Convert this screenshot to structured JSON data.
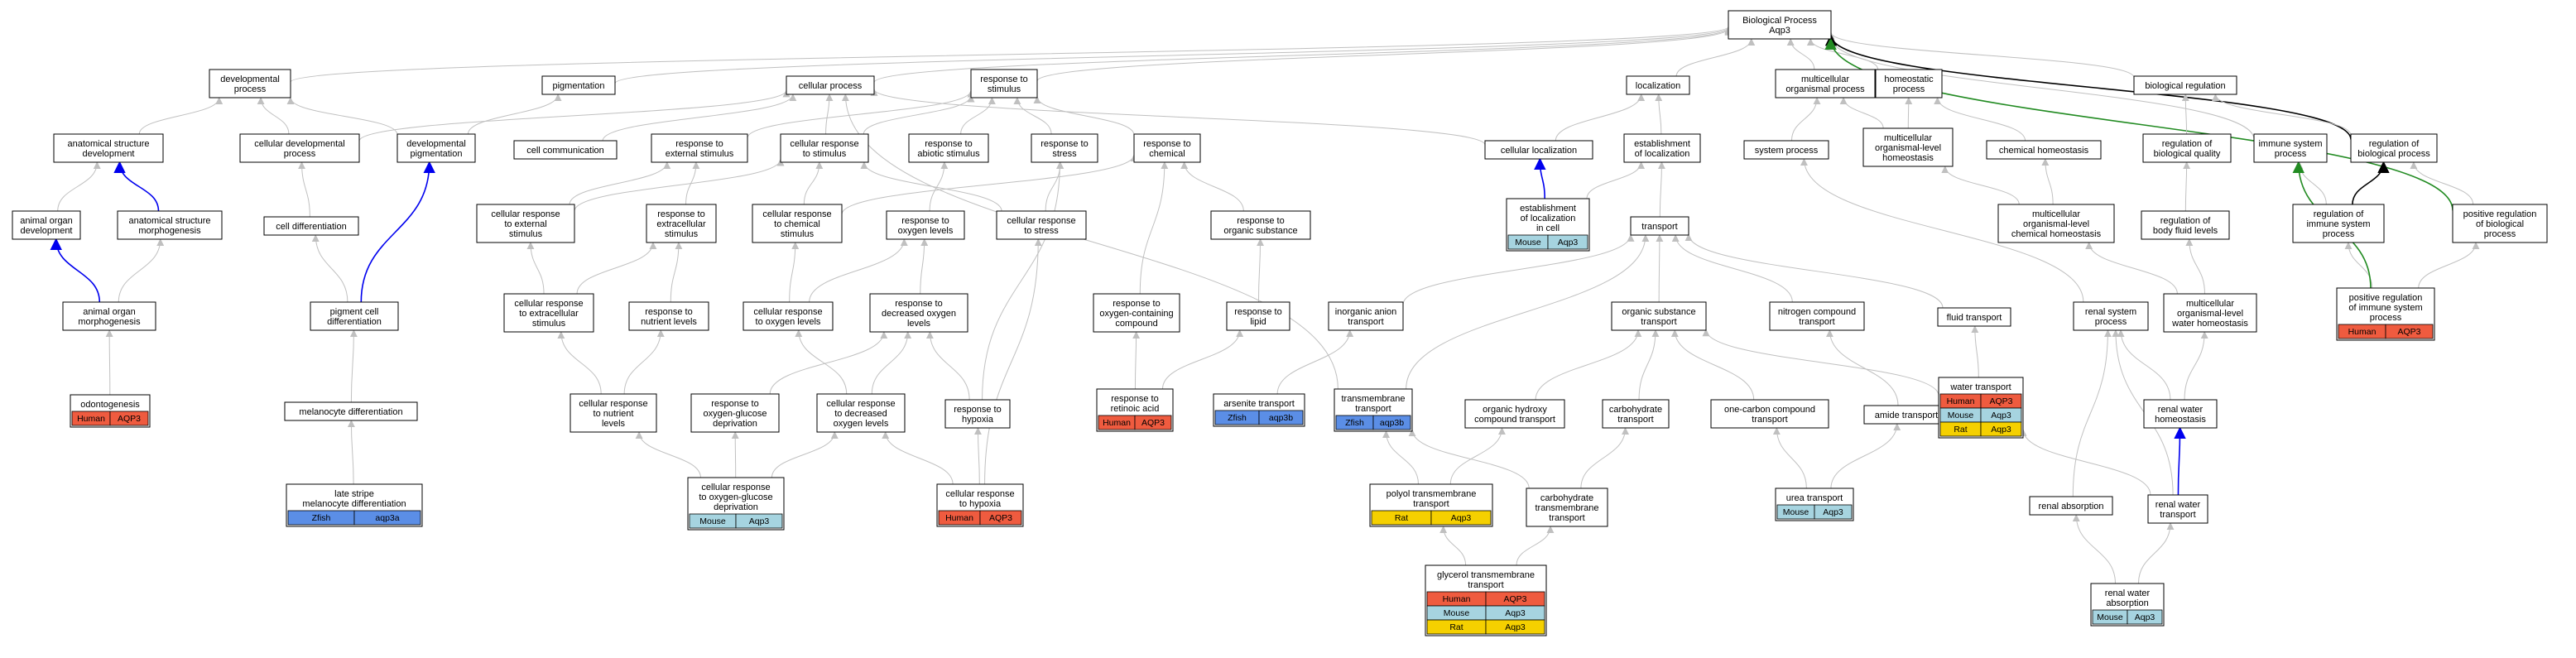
{
  "colors": {
    "human": "#EF5B3F",
    "mouse": "#A6D4E0",
    "zfish": "#5B8EE6",
    "rat": "#F5D000",
    "edge": "#C0C0C0",
    "edge_blue": "#0000EE",
    "edge_black": "#000000",
    "edge_green": "#228B22"
  },
  "nodes": [
    {
      "id": "bp",
      "lines": [
        "Biological Process",
        "Aqp3"
      ]
    },
    {
      "id": "devproc",
      "lines": [
        "developmental",
        "process"
      ]
    },
    {
      "id": "pigm",
      "lines": [
        "pigmentation"
      ]
    },
    {
      "id": "cellproc",
      "lines": [
        "cellular process"
      ]
    },
    {
      "id": "resp_stim",
      "lines": [
        "response to",
        "stimulus"
      ]
    },
    {
      "id": "localiz",
      "lines": [
        "localization"
      ]
    },
    {
      "id": "multiorg",
      "lines": [
        "multicellular",
        "organismal process"
      ]
    },
    {
      "id": "homeo",
      "lines": [
        "homeostatic",
        "process"
      ]
    },
    {
      "id": "bioreg",
      "lines": [
        "biological regulation"
      ]
    },
    {
      "id": "immune",
      "lines": [
        "immune system",
        "process"
      ]
    },
    {
      "id": "reg_bp",
      "lines": [
        "regulation of",
        "biological process"
      ]
    },
    {
      "id": "anat_dev",
      "lines": [
        "anatomical structure",
        "development"
      ]
    },
    {
      "id": "cell_dev",
      "lines": [
        "cellular developmental",
        "process"
      ]
    },
    {
      "id": "dev_pigm",
      "lines": [
        "developmental",
        "pigmentation"
      ]
    },
    {
      "id": "cell_comm",
      "lines": [
        "cell communication"
      ]
    },
    {
      "id": "resp_ext",
      "lines": [
        "response to",
        "external stimulus"
      ]
    },
    {
      "id": "cell_resp_stim",
      "lines": [
        "cellular response",
        "to stimulus"
      ]
    },
    {
      "id": "resp_abiotic",
      "lines": [
        "response to",
        "abiotic stimulus"
      ]
    },
    {
      "id": "resp_stress",
      "lines": [
        "response to",
        "stress"
      ]
    },
    {
      "id": "resp_chem",
      "lines": [
        "response to",
        "chemical"
      ]
    },
    {
      "id": "cell_loc",
      "lines": [
        "cellular localization"
      ]
    },
    {
      "id": "estab_loc",
      "lines": [
        "establishment",
        "of localization"
      ]
    },
    {
      "id": "sys_proc",
      "lines": [
        "system process"
      ]
    },
    {
      "id": "multi_homeo",
      "lines": [
        "multicellular",
        "organismal-level",
        "homeostasis"
      ]
    },
    {
      "id": "chem_homeo",
      "lines": [
        "chemical homeostasis"
      ]
    },
    {
      "id": "reg_bq",
      "lines": [
        "regulation of",
        "biological quality"
      ]
    },
    {
      "id": "animal_organ_dev",
      "lines": [
        "animal organ",
        "development"
      ]
    },
    {
      "id": "anat_morph",
      "lines": [
        "anatomical structure",
        "morphogenesis"
      ]
    },
    {
      "id": "cell_diff",
      "lines": [
        "cell differentiation"
      ]
    },
    {
      "id": "cell_resp_ext",
      "lines": [
        "cellular response",
        "to external",
        "stimulus"
      ]
    },
    {
      "id": "resp_extracell",
      "lines": [
        "response to",
        "extracellular",
        "stimulus"
      ]
    },
    {
      "id": "cell_resp_chem",
      "lines": [
        "cellular response",
        "to chemical",
        "stimulus"
      ]
    },
    {
      "id": "resp_oxy",
      "lines": [
        "response to",
        "oxygen levels"
      ]
    },
    {
      "id": "cell_resp_stress",
      "lines": [
        "cellular response",
        "to stress"
      ]
    },
    {
      "id": "resp_org",
      "lines": [
        "response to",
        "organic substance"
      ]
    },
    {
      "id": "estab_loc_cell",
      "lines": [
        "establishment",
        "of localization",
        "in cell"
      ],
      "species": [
        [
          "Mouse",
          "Aqp3",
          "mouse"
        ]
      ]
    },
    {
      "id": "transport",
      "lines": [
        "transport"
      ]
    },
    {
      "id": "multi_chem_homeo",
      "lines": [
        "multicellular",
        "organismal-level",
        "chemical homeostasis"
      ]
    },
    {
      "id": "reg_bfl",
      "lines": [
        "regulation of",
        "body fluid levels"
      ]
    },
    {
      "id": "reg_isp",
      "lines": [
        "regulation of",
        "immune system",
        "process"
      ]
    },
    {
      "id": "pos_reg_bp",
      "lines": [
        "positive regulation",
        "of biological",
        "process"
      ]
    },
    {
      "id": "animal_organ_morph",
      "lines": [
        "animal organ",
        "morphogenesis"
      ]
    },
    {
      "id": "pigment_cell_diff",
      "lines": [
        "pigment cell",
        "differentiation"
      ]
    },
    {
      "id": "cell_resp_extracell",
      "lines": [
        "cellular response",
        "to extracellular",
        "stimulus"
      ]
    },
    {
      "id": "resp_nutr",
      "lines": [
        "response to",
        "nutrient levels"
      ]
    },
    {
      "id": "cell_resp_oxy",
      "lines": [
        "cellular response",
        "to oxygen levels"
      ]
    },
    {
      "id": "resp_dec_oxy",
      "lines": [
        "response to",
        "decreased oxygen",
        "levels"
      ]
    },
    {
      "id": "resp_oxy_comp",
      "lines": [
        "response to",
        "oxygen-containing",
        "compound"
      ]
    },
    {
      "id": "resp_lipid",
      "lines": [
        "response to",
        "lipid"
      ]
    },
    {
      "id": "inorg_anion",
      "lines": [
        "inorganic anion",
        "transport"
      ]
    },
    {
      "id": "org_sub_trans",
      "lines": [
        "organic substance",
        "transport"
      ]
    },
    {
      "id": "nitro_trans",
      "lines": [
        "nitrogen compound",
        "transport"
      ]
    },
    {
      "id": "fluid_trans",
      "lines": [
        "fluid transport"
      ]
    },
    {
      "id": "renal_sys",
      "lines": [
        "renal system",
        "process"
      ]
    },
    {
      "id": "multi_water_homeo",
      "lines": [
        "multicellular",
        "organismal-level",
        "water homeostasis"
      ]
    },
    {
      "id": "pos_reg_isp",
      "lines": [
        "positive regulation",
        "of immune system",
        "process"
      ],
      "species": [
        [
          "Human",
          "AQP3",
          "human"
        ]
      ]
    },
    {
      "id": "odonto",
      "lines": [
        "odontogenesis"
      ],
      "species": [
        [
          "Human",
          "AQP3",
          "human"
        ]
      ]
    },
    {
      "id": "melano_diff",
      "lines": [
        "melanocyte differentiation"
      ]
    },
    {
      "id": "cell_resp_nutr",
      "lines": [
        "cellular response",
        "to nutrient",
        "levels"
      ]
    },
    {
      "id": "resp_ogd",
      "lines": [
        "response to",
        "oxygen-glucose",
        "deprivation"
      ]
    },
    {
      "id": "cell_resp_dec_oxy",
      "lines": [
        "cellular response",
        "to decreased",
        "oxygen levels"
      ]
    },
    {
      "id": "resp_hypoxia",
      "lines": [
        "response to",
        "hypoxia"
      ]
    },
    {
      "id": "resp_ra",
      "lines": [
        "response to",
        "retinoic acid"
      ],
      "species": [
        [
          "Human",
          "AQP3",
          "human"
        ]
      ]
    },
    {
      "id": "arsenite",
      "lines": [
        "arsenite transport"
      ],
      "species": [
        [
          "Zfish",
          "aqp3b",
          "zfish"
        ]
      ]
    },
    {
      "id": "transmem",
      "lines": [
        "transmembrane",
        "transport"
      ],
      "species": [
        [
          "Zfish",
          "aqp3b",
          "zfish"
        ]
      ]
    },
    {
      "id": "org_hydroxy",
      "lines": [
        "organic hydroxy",
        "compound transport"
      ]
    },
    {
      "id": "carb_trans",
      "lines": [
        "carbohydrate",
        "transport"
      ]
    },
    {
      "id": "one_carbon",
      "lines": [
        "one-carbon compound",
        "transport"
      ]
    },
    {
      "id": "amide",
      "lines": [
        "amide transport"
      ]
    },
    {
      "id": "water_trans",
      "lines": [
        "water transport"
      ],
      "species": [
        [
          "Human",
          "AQP3",
          "human"
        ],
        [
          "Mouse",
          "Aqp3",
          "mouse"
        ],
        [
          "Rat",
          "Aqp3",
          "rat"
        ]
      ]
    },
    {
      "id": "renal_water_homeo",
      "lines": [
        "renal water",
        "homeostasis"
      ]
    },
    {
      "id": "late_stripe",
      "lines": [
        "late stripe",
        "melanocyte differentiation"
      ],
      "species": [
        [
          "Zfish",
          "aqp3a",
          "zfish"
        ]
      ]
    },
    {
      "id": "cell_resp_ogd",
      "lines": [
        "cellular response",
        "to oxygen-glucose",
        "deprivation"
      ],
      "species": [
        [
          "Mouse",
          "Aqp3",
          "mouse"
        ]
      ]
    },
    {
      "id": "cell_resp_hypoxia",
      "lines": [
        "cellular response",
        "to hypoxia"
      ],
      "species": [
        [
          "Human",
          "AQP3",
          "human"
        ]
      ]
    },
    {
      "id": "polyol",
      "lines": [
        "polyol transmembrane",
        "transport"
      ],
      "species": [
        [
          "Rat",
          "Aqp3",
          "rat"
        ]
      ]
    },
    {
      "id": "carb_transmem",
      "lines": [
        "carbohydrate",
        "transmembrane",
        "transport"
      ]
    },
    {
      "id": "urea",
      "lines": [
        "urea transport"
      ],
      "species": [
        [
          "Mouse",
          "Aqp3",
          "mouse"
        ]
      ]
    },
    {
      "id": "renal_abs",
      "lines": [
        "renal absorption"
      ]
    },
    {
      "id": "renal_water_trans",
      "lines": [
        "renal water",
        "transport"
      ]
    },
    {
      "id": "glycerol",
      "lines": [
        "glycerol transmembrane",
        "transport"
      ],
      "species": [
        [
          "Human",
          "AQP3",
          "human"
        ],
        [
          "Mouse",
          "Aqp3",
          "mouse"
        ],
        [
          "Rat",
          "Aqp3",
          "rat"
        ]
      ]
    },
    {
      "id": "renal_water_abs",
      "lines": [
        "renal water",
        "absorption"
      ],
      "species": [
        [
          "Mouse",
          "Aqp3",
          "mouse"
        ]
      ]
    }
  ],
  "edges": [
    [
      "devproc",
      "bp",
      "gray"
    ],
    [
      "pigm",
      "bp",
      "gray"
    ],
    [
      "cellproc",
      "bp",
      "gray"
    ],
    [
      "resp_stim",
      "bp",
      "gray"
    ],
    [
      "localiz",
      "bp",
      "gray"
    ],
    [
      "multiorg",
      "bp",
      "gray"
    ],
    [
      "homeo",
      "bp",
      "gray"
    ],
    [
      "bioreg",
      "bp",
      "gray"
    ],
    [
      "immune",
      "bp",
      "gray"
    ],
    [
      "reg_bp",
      "bp",
      "black"
    ],
    [
      "pos_reg_bp",
      "bp",
      "green"
    ],
    [
      "anat_dev",
      "devproc",
      "gray"
    ],
    [
      "cell_dev",
      "devproc",
      "gray"
    ],
    [
      "cell_dev",
      "cellproc",
      "gray"
    ],
    [
      "dev_pigm",
      "pigm",
      "gray"
    ],
    [
      "cell_comm",
      "cellproc",
      "gray"
    ],
    [
      "resp_ext",
      "resp_stim",
      "gray"
    ],
    [
      "cell_resp_stim",
      "resp_stim",
      "gray"
    ],
    [
      "cell_resp_stim",
      "cellproc",
      "gray"
    ],
    [
      "resp_abiotic",
      "resp_stim",
      "gray"
    ],
    [
      "resp_stress",
      "resp_stim",
      "gray"
    ],
    [
      "resp_chem",
      "resp_stim",
      "gray"
    ],
    [
      "cell_loc",
      "cellproc",
      "gray"
    ],
    [
      "cell_loc",
      "localiz",
      "gray"
    ],
    [
      "estab_loc",
      "localiz",
      "gray"
    ],
    [
      "sys_proc",
      "multiorg",
      "gray"
    ],
    [
      "multi_homeo",
      "multiorg",
      "gray"
    ],
    [
      "multi_homeo",
      "homeo",
      "gray"
    ],
    [
      "chem_homeo",
      "homeo",
      "gray"
    ],
    [
      "reg_bq",
      "bioreg",
      "gray"
    ],
    [
      "reg_bp",
      "bioreg",
      "gray"
    ],
    [
      "animal_organ_dev",
      "anat_dev",
      "gray"
    ],
    [
      "anat_morph",
      "anat_dev",
      "blue"
    ],
    [
      "cell_diff",
      "cell_dev",
      "gray"
    ],
    [
      "dev_pigm",
      "devproc",
      "gray"
    ],
    [
      "cell_resp_ext",
      "resp_ext",
      "gray"
    ],
    [
      "cell_resp_ext",
      "cell_resp_stim",
      "gray"
    ],
    [
      "resp_extracell",
      "resp_ext",
      "gray"
    ],
    [
      "cell_resp_chem",
      "resp_chem",
      "gray"
    ],
    [
      "cell_resp_chem",
      "cell_resp_stim",
      "gray"
    ],
    [
      "resp_oxy",
      "resp_abiotic",
      "gray"
    ],
    [
      "cell_resp_stress",
      "resp_stress",
      "gray"
    ],
    [
      "cell_resp_stress",
      "cell_resp_stim",
      "gray"
    ],
    [
      "resp_org",
      "resp_chem",
      "gray"
    ],
    [
      "estab_loc_cell",
      "cell_loc",
      "blue"
    ],
    [
      "estab_loc_cell",
      "estab_loc",
      "gray"
    ],
    [
      "transport",
      "estab_loc",
      "gray"
    ],
    [
      "multi_chem_homeo",
      "multi_homeo",
      "gray"
    ],
    [
      "multi_chem_homeo",
      "chem_homeo",
      "gray"
    ],
    [
      "reg_bfl",
      "reg_bq",
      "gray"
    ],
    [
      "reg_isp",
      "immune",
      "gray"
    ],
    [
      "reg_isp",
      "reg_bp",
      "black"
    ],
    [
      "pos_reg_bp",
      "reg_bp",
      "gray"
    ],
    [
      "animal_organ_morph",
      "animal_organ_dev",
      "blue"
    ],
    [
      "animal_organ_morph",
      "anat_morph",
      "gray"
    ],
    [
      "pigment_cell_diff",
      "cell_diff",
      "gray"
    ],
    [
      "pigment_cell_diff",
      "dev_pigm",
      "blue"
    ],
    [
      "cell_resp_extracell",
      "cell_resp_ext",
      "gray"
    ],
    [
      "cell_resp_extracell",
      "resp_extracell",
      "gray"
    ],
    [
      "resp_nutr",
      "resp_extracell",
      "gray"
    ],
    [
      "cell_resp_oxy",
      "resp_oxy",
      "gray"
    ],
    [
      "cell_resp_oxy",
      "cell_resp_chem",
      "gray"
    ],
    [
      "resp_dec_oxy",
      "resp_oxy",
      "gray"
    ],
    [
      "resp_oxy_comp",
      "resp_chem",
      "gray"
    ],
    [
      "resp_lipid",
      "resp_org",
      "gray"
    ],
    [
      "inorg_anion",
      "transport",
      "gray"
    ],
    [
      "org_sub_trans",
      "transport",
      "gray"
    ],
    [
      "nitro_trans",
      "transport",
      "gray"
    ],
    [
      "fluid_trans",
      "transport",
      "gray"
    ],
    [
      "renal_sys",
      "sys_proc",
      "gray"
    ],
    [
      "multi_water_homeo",
      "multi_chem_homeo",
      "gray"
    ],
    [
      "multi_water_homeo",
      "reg_bfl",
      "gray"
    ],
    [
      "pos_reg_isp",
      "reg_isp",
      "gray"
    ],
    [
      "pos_reg_isp",
      "pos_reg_bp",
      "gray"
    ],
    [
      "pos_reg_isp",
      "immune",
      "green"
    ],
    [
      "odonto",
      "animal_organ_morph",
      "gray"
    ],
    [
      "melano_diff",
      "pigment_cell_diff",
      "gray"
    ],
    [
      "cell_resp_nutr",
      "cell_resp_extracell",
      "gray"
    ],
    [
      "cell_resp_nutr",
      "resp_nutr",
      "gray"
    ],
    [
      "resp_ogd",
      "resp_dec_oxy",
      "gray"
    ],
    [
      "cell_resp_dec_oxy",
      "cell_resp_oxy",
      "gray"
    ],
    [
      "cell_resp_dec_oxy",
      "resp_dec_oxy",
      "gray"
    ],
    [
      "resp_hypoxia",
      "resp_dec_oxy",
      "gray"
    ],
    [
      "resp_hypoxia",
      "resp_stress",
      "gray"
    ],
    [
      "resp_ra",
      "resp_oxy_comp",
      "gray"
    ],
    [
      "resp_ra",
      "resp_lipid",
      "gray"
    ],
    [
      "arsenite",
      "inorg_anion",
      "gray"
    ],
    [
      "transmem",
      "transport",
      "gray"
    ],
    [
      "transmem",
      "cellproc",
      "gray"
    ],
    [
      "org_hydroxy",
      "org_sub_trans",
      "gray"
    ],
    [
      "carb_trans",
      "org_sub_trans",
      "gray"
    ],
    [
      "one_carbon",
      "org_sub_trans",
      "gray"
    ],
    [
      "amide",
      "nitro_trans",
      "gray"
    ],
    [
      "water_trans",
      "fluid_trans",
      "gray"
    ],
    [
      "water_trans",
      "org_sub_trans",
      "gray"
    ],
    [
      "renal_water_homeo",
      "renal_sys",
      "gray"
    ],
    [
      "renal_water_homeo",
      "multi_water_homeo",
      "gray"
    ],
    [
      "late_stripe",
      "melano_diff",
      "gray"
    ],
    [
      "cell_resp_ogd",
      "resp_ogd",
      "gray"
    ],
    [
      "cell_resp_ogd",
      "cell_resp_dec_oxy",
      "gray"
    ],
    [
      "cell_resp_ogd",
      "cell_resp_nutr",
      "gray"
    ],
    [
      "cell_resp_hypoxia",
      "resp_hypoxia",
      "gray"
    ],
    [
      "cell_resp_hypoxia",
      "cell_resp_dec_oxy",
      "gray"
    ],
    [
      "cell_resp_hypoxia",
      "cell_resp_stress",
      "gray"
    ],
    [
      "polyol",
      "org_hydroxy",
      "gray"
    ],
    [
      "polyol",
      "transmem",
      "gray"
    ],
    [
      "carb_transmem",
      "carb_trans",
      "gray"
    ],
    [
      "carb_transmem",
      "transmem",
      "gray"
    ],
    [
      "urea",
      "one_carbon",
      "gray"
    ],
    [
      "urea",
      "amide",
      "gray"
    ],
    [
      "renal_abs",
      "renal_sys",
      "gray"
    ],
    [
      "renal_water_trans",
      "renal_water_homeo",
      "blue"
    ],
    [
      "renal_water_trans",
      "renal_sys",
      "gray"
    ],
    [
      "renal_water_trans",
      "water_trans",
      "gray"
    ],
    [
      "glycerol",
      "polyol",
      "gray"
    ],
    [
      "glycerol",
      "carb_transmem",
      "gray"
    ],
    [
      "renal_water_abs",
      "renal_abs",
      "gray"
    ],
    [
      "renal_water_abs",
      "renal_water_trans",
      "gray"
    ]
  ]
}
